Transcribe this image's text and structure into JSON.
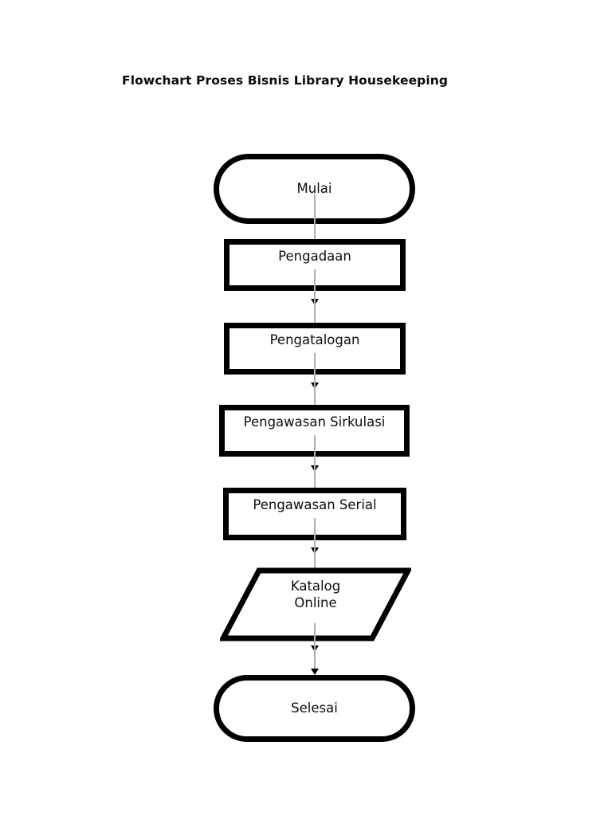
{
  "page": {
    "title": "Flowchart Proses Bisnis Library Housekeeping",
    "background_color": "#ffffff",
    "shape_border_color": "#000000",
    "connector_color": "#b0b0b0",
    "text_color": "#0d0d0d"
  },
  "flowchart": {
    "title": "Flowchart Proses Bisnis Library Housekeeping",
    "orientation": "top-to-bottom",
    "nodes": [
      {
        "id": "mulai",
        "label": "Mulai",
        "shape": "terminator"
      },
      {
        "id": "pengadaan",
        "label": "Pengadaan",
        "shape": "process"
      },
      {
        "id": "katalog",
        "label": "Pengatalogan",
        "shape": "process"
      },
      {
        "id": "sirkulasi",
        "label": "Pengawasan Sirkulasi",
        "shape": "process"
      },
      {
        "id": "serial",
        "label": "Pengawasan Serial",
        "shape": "process"
      },
      {
        "id": "online",
        "label": "Katalog\nOnline",
        "shape": "data"
      },
      {
        "id": "selesai",
        "label": "Selesai",
        "shape": "terminator"
      }
    ],
    "edges": [
      {
        "from": "mulai",
        "to": "pengadaan",
        "label": ""
      },
      {
        "from": "pengadaan",
        "to": "katalog",
        "label": ""
      },
      {
        "from": "katalog",
        "to": "sirkulasi",
        "label": ""
      },
      {
        "from": "sirkulasi",
        "to": "serial",
        "label": ""
      },
      {
        "from": "serial",
        "to": "online",
        "label": ""
      },
      {
        "from": "online",
        "to": "selesai",
        "label": ""
      }
    ]
  }
}
